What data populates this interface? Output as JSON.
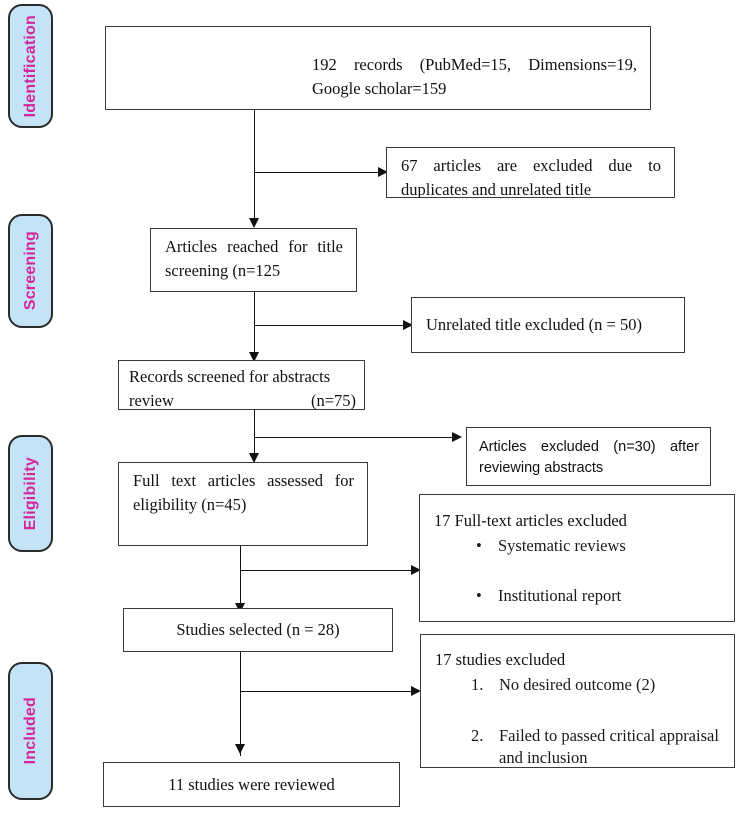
{
  "diagram": {
    "type": "prisma-flow-diagram",
    "stages": [
      {
        "id": "identification",
        "label": "Identification"
      },
      {
        "id": "screening",
        "label": "Screening"
      },
      {
        "id": "eligibility",
        "label": "Eligibility"
      },
      {
        "id": "included",
        "label": "Included"
      }
    ],
    "colors": {
      "stage_fill": "#c5e3f6",
      "stage_border": "#2b2b2b",
      "stage_text": "#d4269a",
      "box_border": "#3a3a3a",
      "connector": "#111111",
      "page_background": "#ffffff"
    },
    "main_boxes": [
      {
        "id": "records-identified",
        "text": "192 records (PubMed=15, Dimensions=19, Google scholar=159"
      },
      {
        "id": "articles-title-screening",
        "text": "Articles reached for title screening (n=125"
      },
      {
        "id": "records-abstract-review",
        "line1": "Records screened for abstracts",
        "line2_left": "review",
        "line2_right": "(n=75)"
      },
      {
        "id": "full-text-assessed",
        "text": "Full text articles assessed for eligibility (n=45)"
      },
      {
        "id": "studies-selected",
        "text": "Studies selected (n = 28)"
      },
      {
        "id": "studies-reviewed",
        "text": "11 studies were reviewed"
      }
    ],
    "exclusion_boxes": [
      {
        "id": "excluded-duplicates",
        "text": "67 articles are excluded due to duplicates and unrelated title"
      },
      {
        "id": "excluded-unrelated-title",
        "text": "Unrelated title excluded (n = 50)"
      },
      {
        "id": "excluded-after-abstracts",
        "text": "Articles excluded (n=30) after reviewing abstracts",
        "font": "sans-serif"
      },
      {
        "id": "excluded-full-text",
        "heading": "17 Full-text articles excluded",
        "bullet_marker": "•",
        "items": [
          "Systematic reviews",
          "Institutional report"
        ]
      },
      {
        "id": "excluded-studies",
        "heading": "17 studies excluded",
        "items": [
          {
            "marker": "1.",
            "text": "No desired outcome (2)"
          },
          {
            "marker": "2.",
            "text": "Failed to passed critical appraisal and inclusion"
          }
        ]
      }
    ]
  }
}
